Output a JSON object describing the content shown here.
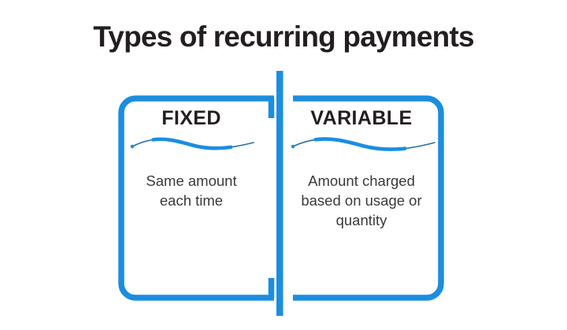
{
  "title": "Types of recurring payments",
  "colors": {
    "accent_blue": "#1b8ee0",
    "accent_blue_dark": "#0f7fd4",
    "title_text": "#231f20",
    "body_text": "#3a3a3a",
    "background": "#ffffff"
  },
  "divider": {
    "name": "vertical-divider-bar",
    "orientation": "vertical",
    "color": "#1b8ee0"
  },
  "panels": [
    {
      "id": "fixed",
      "heading": "FIXED",
      "body": "Same amount\neach time",
      "body_lines": [
        "Same amount",
        "each time"
      ],
      "wave_icon": "wave-divider-icon",
      "side": "left"
    },
    {
      "id": "variable",
      "heading": "VARIABLE",
      "body": "Amount charged\nbased on usage or\nquantity",
      "body_lines": [
        "Amount charged",
        "based on usage or",
        "quantity"
      ],
      "wave_icon": "wave-divider-icon",
      "side": "right"
    }
  ]
}
